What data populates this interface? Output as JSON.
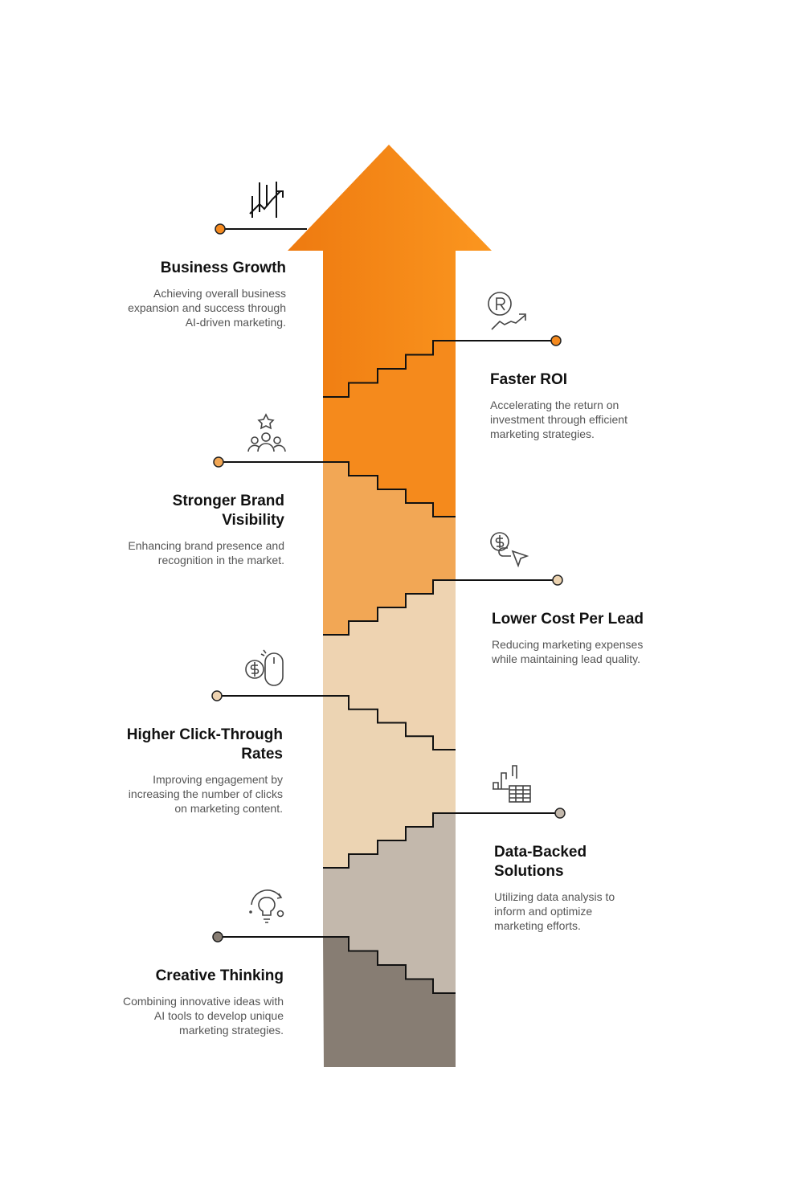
{
  "items": [
    {
      "title": "Business Growth",
      "desc": "Achieving overall business expansion and success through AI-driven marketing.",
      "icon": "growth-chart-icon",
      "color": "#f58a1f"
    },
    {
      "title": "Faster ROI",
      "desc": "Accelerating the return on investment through efficient marketing strategies.",
      "icon": "roi-icon",
      "color": "#f58a1f"
    },
    {
      "title": "Stronger Brand Visibility",
      "desc": "Enhancing brand presence and recognition in the market.",
      "icon": "audience-star-icon",
      "color": "#f2a755"
    },
    {
      "title": "Lower Cost Per Lead",
      "desc": "Reducing marketing expenses while maintaining lead quality.",
      "icon": "dollar-cursor-icon",
      "color": "#ecd3b0"
    },
    {
      "title": "Higher Click-Through Rates",
      "desc": "Improving engagement by increasing the number of clicks on marketing content.",
      "icon": "dollar-mouse-icon",
      "color": "#eed3b1"
    },
    {
      "title": "Data-Backed Solutions",
      "desc": "Utilizing data analysis to inform and optimize marketing efforts.",
      "icon": "chart-table-icon",
      "color": "#c3b8ac"
    },
    {
      "title": "Creative Thinking",
      "desc": "Combining innovative ideas with AI tools to develop unique marketing strategies.",
      "icon": "lightbulb-icon",
      "color": "#877d73"
    }
  ],
  "region_colors": [
    "#f7901e",
    "#f58a1c",
    "#f2a755",
    "#eed3b1",
    "#ecd4b3",
    "#c3b8ac",
    "#877d73"
  ]
}
